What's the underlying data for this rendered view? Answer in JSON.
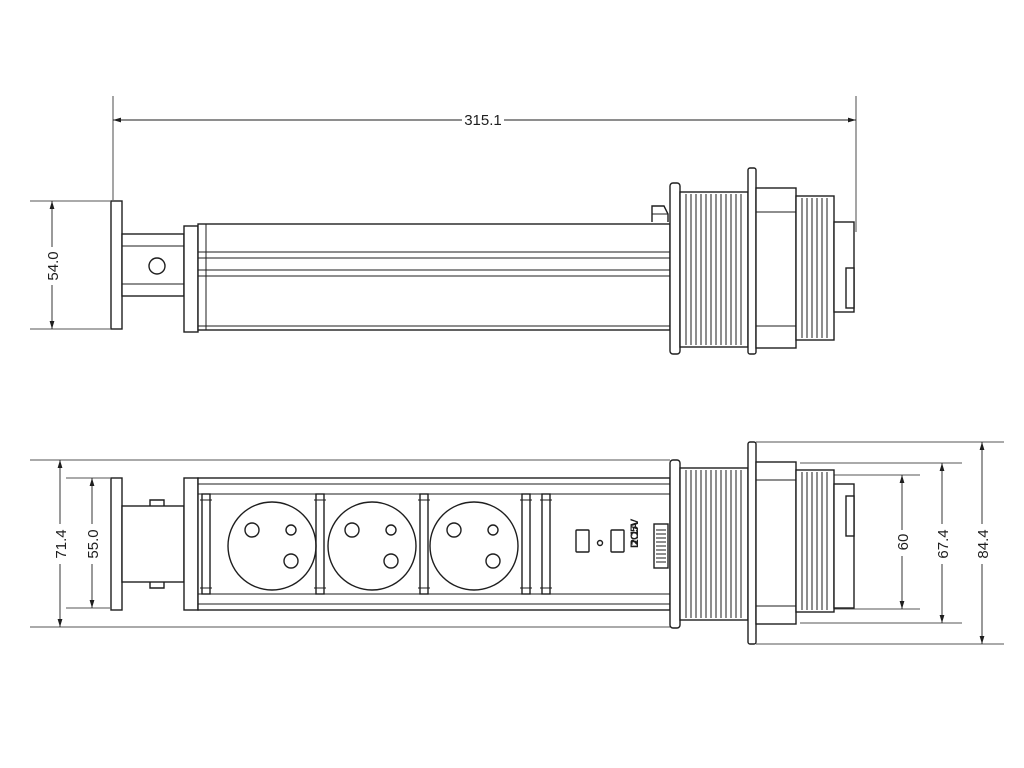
{
  "dimensions": {
    "overall_length": "315.1",
    "side_height": "54.0",
    "front_outer_height": "71.4",
    "front_inner_height": "55.0",
    "hole_small": "60",
    "hole_mid": "67.4",
    "flange_outer": "84.4"
  },
  "usb_label": {
    "voltage": "DC5V",
    "current": "2.1A"
  },
  "colors": {
    "line": "#1e1e1e",
    "background": "#ffffff"
  }
}
